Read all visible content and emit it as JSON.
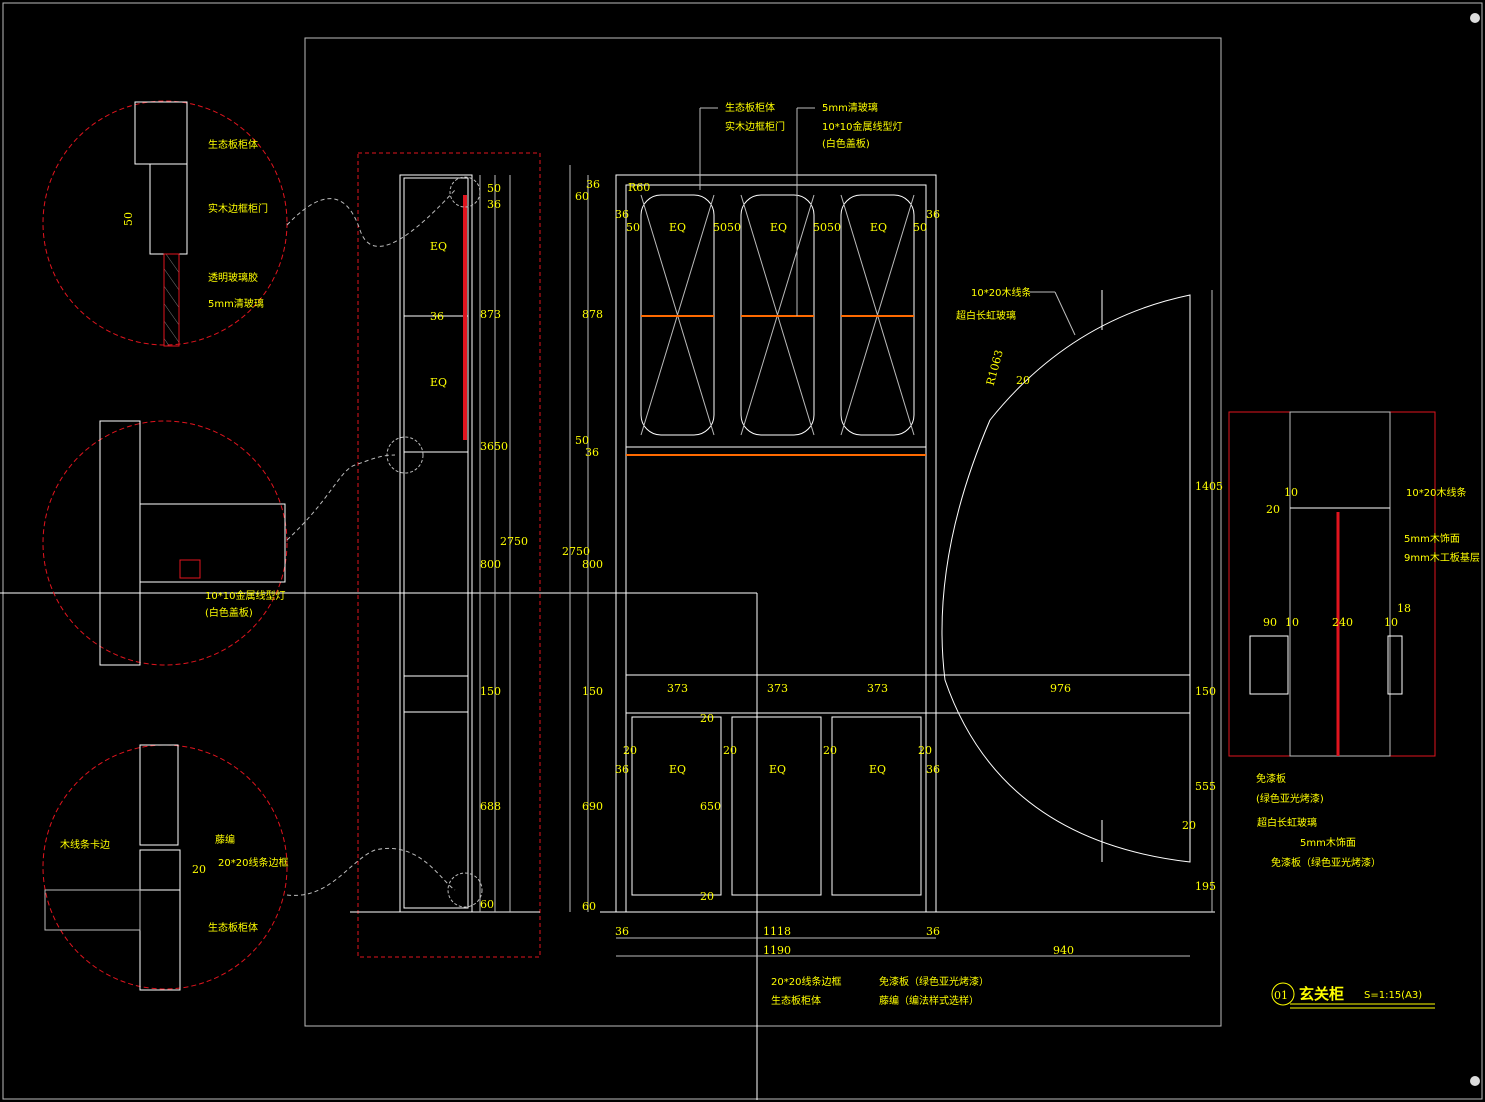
{
  "drawing": {
    "title_number": "01",
    "title": "玄关柜",
    "scale": "S=1:15(A3)"
  },
  "callouts": {
    "top": [
      "生态板柜体",
      "实木边框柜门",
      "5mm清玻璃",
      "10*10金属线型灯",
      "(白色盖板)"
    ],
    "bottom": [
      "20*20线条边框",
      "生态板柜体",
      "免漆板（绿色亚光烤漆）",
      "藤编（编法样式选样）"
    ],
    "right_round": [
      "10*20木线条",
      "超白长虹玻璃"
    ],
    "section": [
      "10*20木线条",
      "5mm木饰面",
      "9mm木工板基层",
      "免漆板",
      "(绿色亚光烤漆)",
      "超白长虹玻璃",
      "5mm木饰面",
      "免漆板（绿色亚光烤漆）"
    ]
  },
  "detail_circles": {
    "top": [
      "生态板柜体",
      "实木边框柜门",
      "透明玻璃胶",
      "5mm清玻璃",
      "50"
    ],
    "middle": [
      "10*10金属线型灯",
      "(白色盖板)"
    ],
    "bottom": [
      "木线条卡边",
      "藤编",
      "20*20线条边框",
      "生态板柜体",
      "20"
    ]
  },
  "dimensions": {
    "side_view": [
      "50",
      "36",
      "EQ",
      "36",
      "EQ",
      "873",
      "3650",
      "800",
      "2750",
      "150",
      "688",
      "60"
    ],
    "front_left": [
      "60",
      "36",
      "878",
      "50",
      "36",
      "800",
      "2750",
      "150",
      "690",
      "60"
    ],
    "front_top": [
      "R60",
      "36",
      "50",
      "EQ",
      "50",
      "50",
      "EQ",
      "50",
      "50",
      "EQ",
      "50",
      "36"
    ],
    "front_mid": [
      "373",
      "373",
      "373",
      "976"
    ],
    "front_low": [
      "20",
      "20",
      "20",
      "20",
      "36",
      "EQ",
      "EQ",
      "EQ",
      "36",
      "20",
      "650",
      "20"
    ],
    "front_bottom": [
      "36",
      "1118",
      "36",
      "1190",
      "940"
    ],
    "round": [
      "R1063",
      "20",
      "1405",
      "150",
      "555",
      "20",
      "195"
    ],
    "section": [
      "10",
      "20",
      "90",
      "10",
      "240",
      "10",
      "18"
    ]
  },
  "colors": {
    "background": "#000000",
    "line": "#ffffff",
    "annotation": "#ffff00",
    "detail_border": "#e0141e",
    "light_strip": "#ff6a00"
  }
}
